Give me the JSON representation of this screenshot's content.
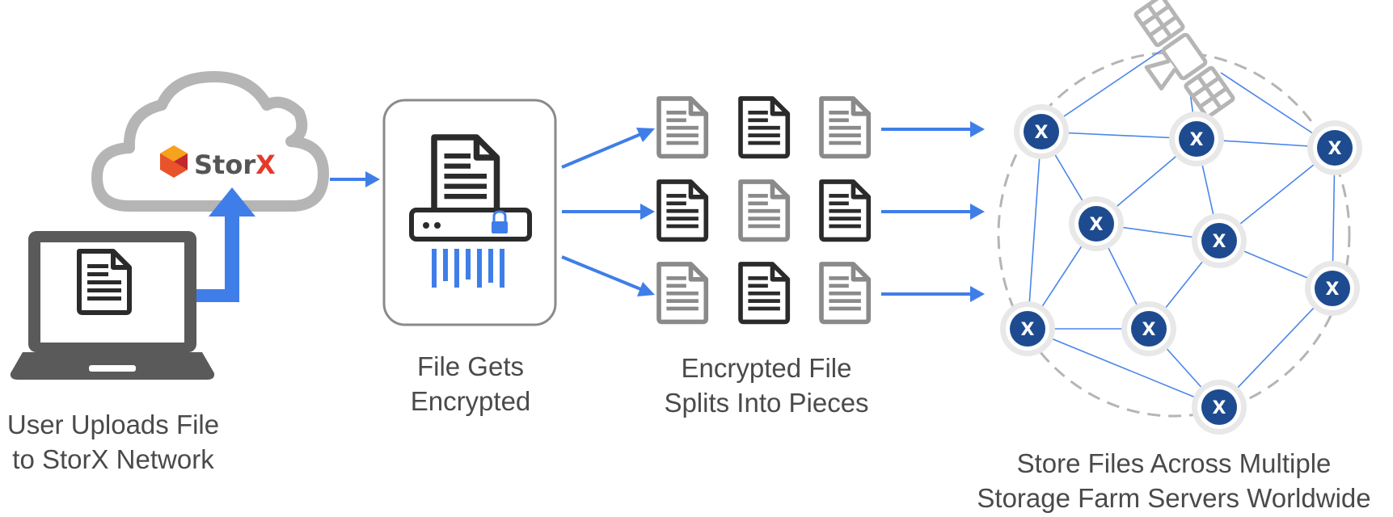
{
  "brand": {
    "name_main": "Stor",
    "name_accent": "X",
    "color_main": "#555555",
    "color_accent": "#e53a2b"
  },
  "steps": [
    {
      "line1": "User Uploads File",
      "line2": "to StorX Network"
    },
    {
      "line1": "File Gets",
      "line2": "Encrypted"
    },
    {
      "line1": "Encrypted File",
      "line2": "Splits Into Pieces"
    },
    {
      "line1": "Store Files Across Multiple",
      "line2": "Storage Farm Servers Worldwide"
    }
  ],
  "node_label": "X",
  "colors": {
    "accent_blue": "#3f7ee8",
    "node_fill": "#1e4b8f",
    "network_line": "#4a86e8",
    "light_gray": "#b5b5b5",
    "mid_gray": "#8a8a8a",
    "dark": "#2b2b2b",
    "laptop": "#5a5a5a"
  },
  "icons": [
    "cloud-icon",
    "laptop-icon",
    "document-icon",
    "shredder-icon",
    "lock-icon",
    "satellite-icon",
    "server-node-icon",
    "arrow-icon"
  ]
}
